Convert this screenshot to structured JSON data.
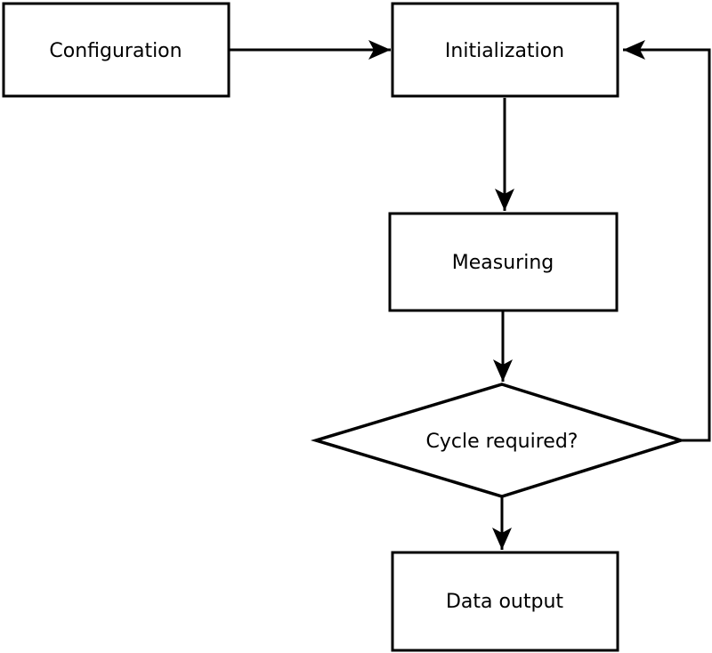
{
  "diagram": {
    "type": "flowchart",
    "background_color": "#ffffff",
    "line_color": "#000000",
    "text_color": "#000000",
    "nodes": {
      "configuration": {
        "label": "Configuration",
        "shape": "rectangle"
      },
      "initialization": {
        "label": "Initialization",
        "shape": "rectangle"
      },
      "measuring": {
        "label": "Measuring",
        "shape": "rectangle"
      },
      "cycle_required": {
        "label": "Cycle required?",
        "shape": "diamond"
      },
      "data_output": {
        "label": "Data output",
        "shape": "rectangle"
      }
    },
    "edges": [
      {
        "from": "configuration",
        "to": "initialization",
        "kind": "straight-arrow"
      },
      {
        "from": "initialization",
        "to": "measuring",
        "kind": "straight-arrow"
      },
      {
        "from": "measuring",
        "to": "cycle_required",
        "kind": "straight-arrow"
      },
      {
        "from": "cycle_required",
        "to": "data_output",
        "kind": "straight-arrow"
      },
      {
        "from": "cycle_required",
        "to": "initialization",
        "kind": "feedback-loop-arrow"
      }
    ]
  }
}
